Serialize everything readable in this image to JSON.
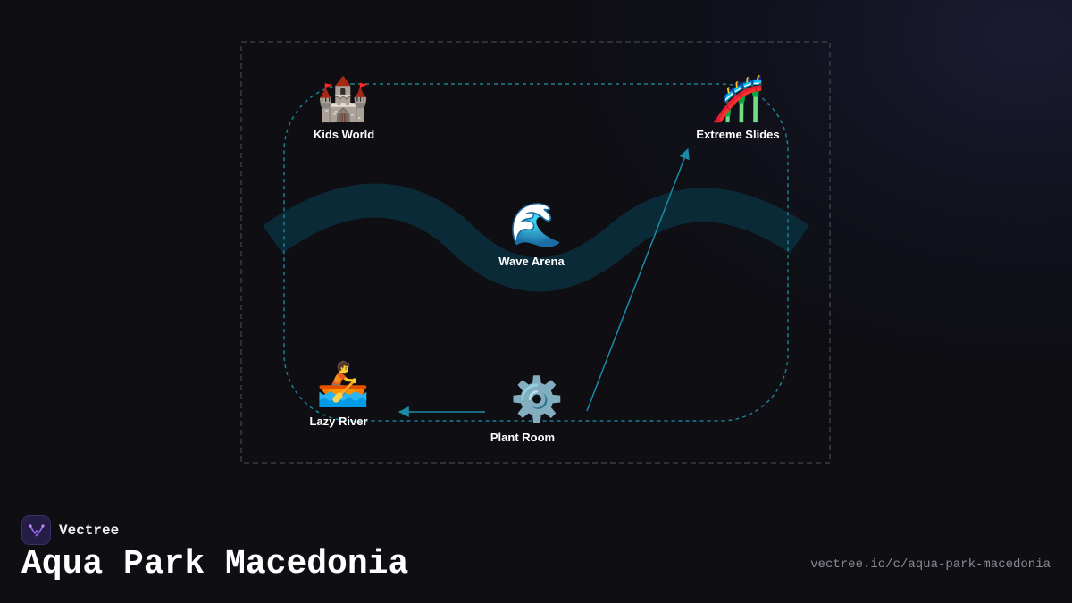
{
  "diagram": {
    "nodes": [
      {
        "id": "kids-world",
        "label": "Kids World",
        "icon": "castle-icon",
        "glyph": "🏰"
      },
      {
        "id": "extreme-slides",
        "label": "Extreme Slides",
        "icon": "roller-coaster-icon",
        "glyph": "🎢"
      },
      {
        "id": "wave-arena",
        "label": "Wave Arena",
        "icon": "water-wave-icon",
        "glyph": "🌊"
      },
      {
        "id": "lazy-river",
        "label": "Lazy River",
        "icon": "rowboat-icon",
        "glyph": "🚣"
      },
      {
        "id": "plant-room",
        "label": "Plant Room",
        "icon": "gear-icon",
        "glyph": "⚙️"
      }
    ],
    "edges": [
      {
        "from": "plant-room",
        "to": "lazy-river"
      },
      {
        "from": "plant-room",
        "to": "extreme-slides"
      }
    ],
    "colors": {
      "background": "#0e0e13",
      "frame_border": "#3c3c44",
      "path_dash": "#1b7e95",
      "arrow": "#1b8ba5",
      "river": "#0b2a37",
      "label": "#ffffff"
    }
  },
  "branding": {
    "logo_icon": "vectree-logo-icon",
    "name": "Vectree",
    "title": "Aqua Park Macedonia",
    "url": "vectree.io/c/aqua-park-macedonia"
  }
}
